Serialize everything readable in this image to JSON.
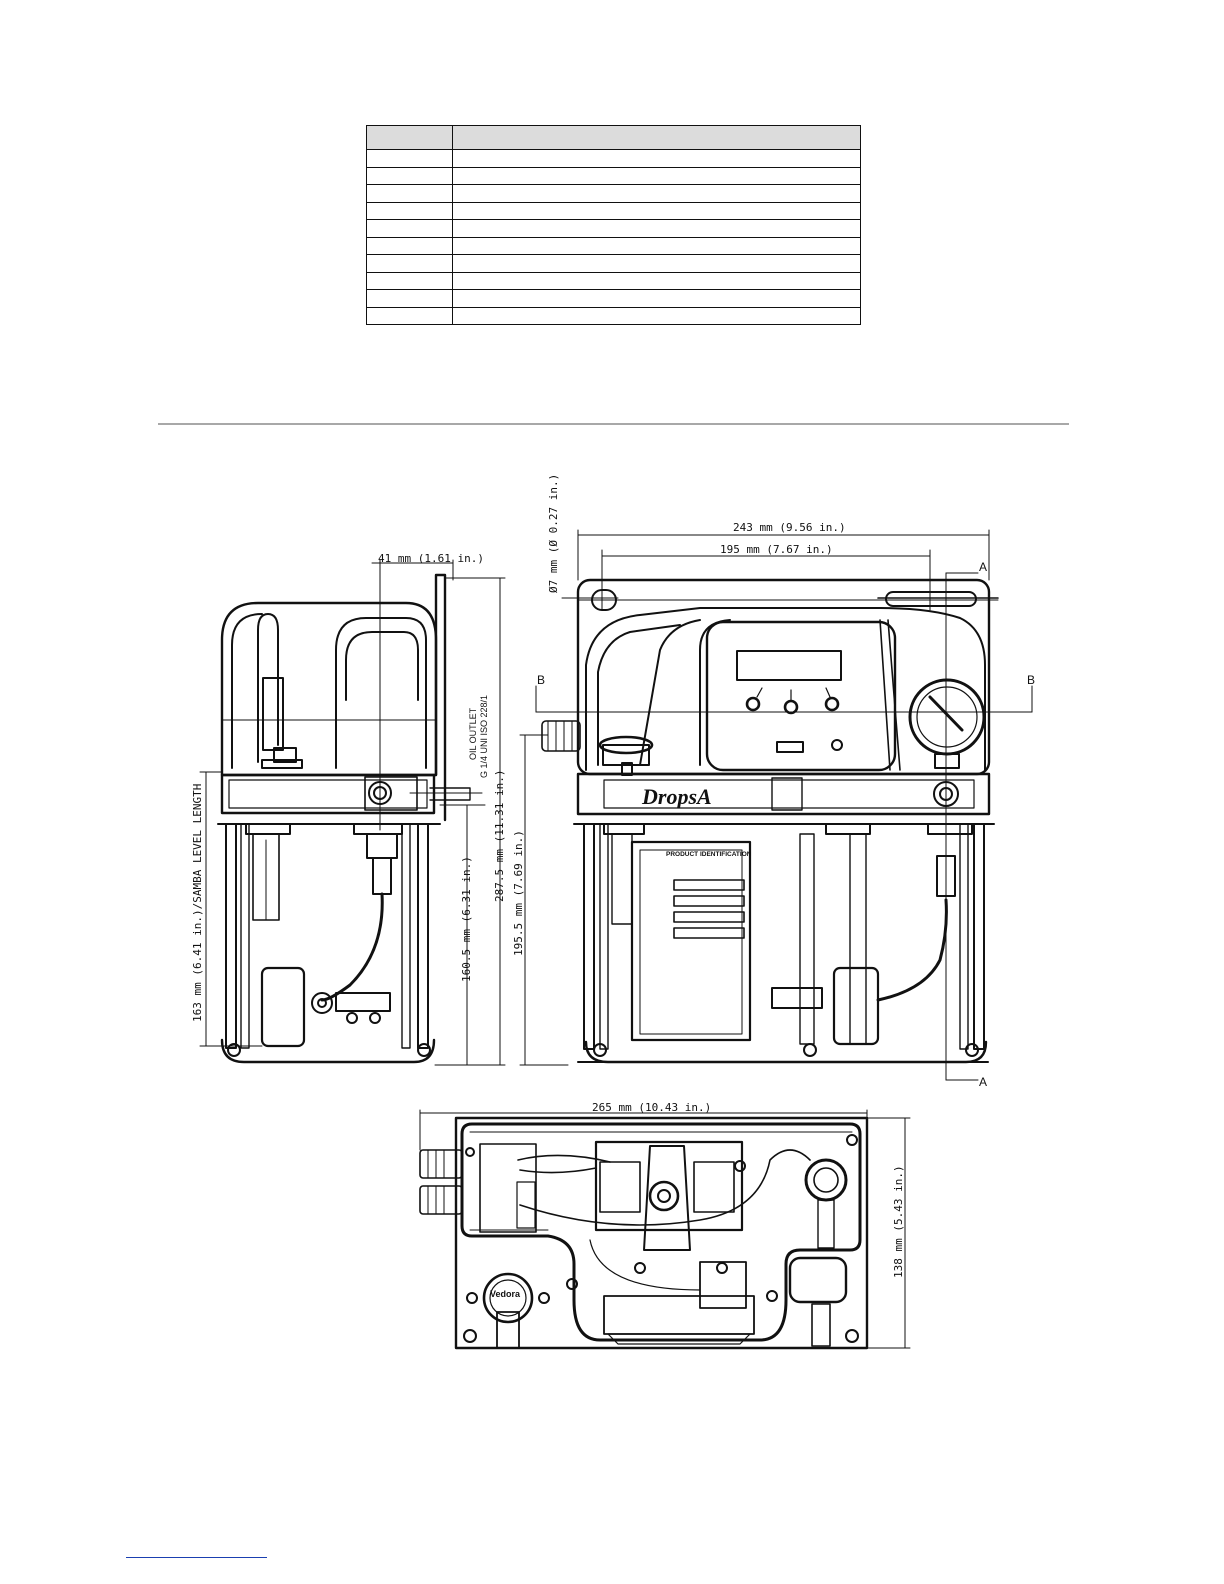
{
  "table": {
    "rows": 11,
    "columns": 2
  },
  "brand": {
    "logo_text": "DropsA",
    "valve_logo_text": "Vedora"
  },
  "labels": {
    "product_identification": "PRODUCT IDENTIFICATION",
    "oil_outlet_line1": "OIL OUTLET",
    "oil_outlet_line2": "G 1/4 UNI ISO 228/1",
    "section_a": "A",
    "section_b": "B"
  },
  "dimensions": {
    "d41": "41 mm (1.61 in.)",
    "d243": "243 mm (9.56 in.)",
    "d195": "195 mm (7.67 in.)",
    "d07": "Ø7 mm (Ø 0.27 in.)",
    "d163": "163 mm (6.41 in.)/SAMBA LEVEL LENGTH",
    "d160": "160.5 mm (6.31 in.)",
    "d287": "287.5 mm (11.31 in.)",
    "d195v": "195.5 mm (7.69 in.)",
    "d265": "265 mm (10.43 in.)",
    "d138": "138 mm (5.43 in.)"
  }
}
